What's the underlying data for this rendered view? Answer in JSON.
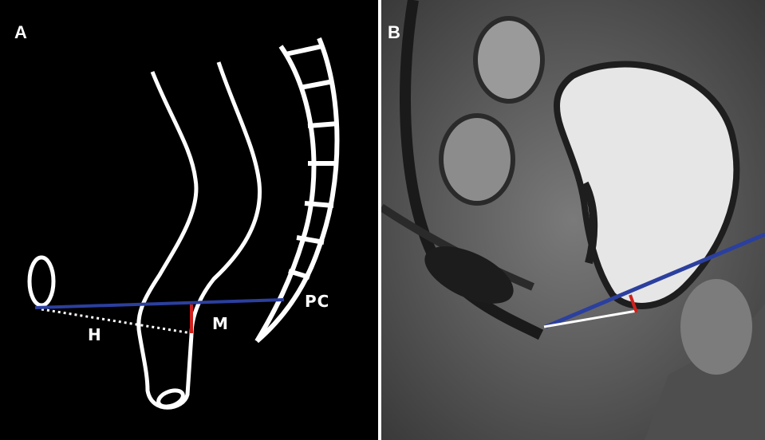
{
  "panel_a": {
    "letter": "A",
    "labels": {
      "h": "H",
      "m": "M",
      "pc": "PC"
    }
  },
  "panel_b": {
    "letter": "B"
  },
  "colors": {
    "pc_line": "#2b3f9e",
    "m_line": "#d0201c",
    "h_line": "#ffffff",
    "schematic": "#ffffff",
    "background_a": "#000000"
  }
}
